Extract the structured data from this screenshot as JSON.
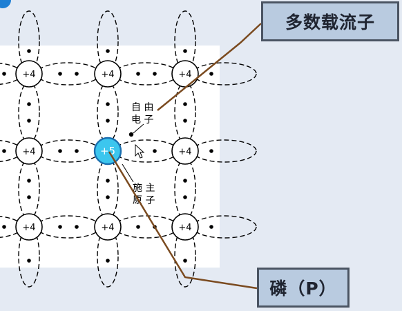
{
  "atoms": {
    "host_label": "+4",
    "donor_label": "+5"
  },
  "labels": {
    "free_electron_line1": "自 由",
    "free_electron_line2": "电 子",
    "donor_atom_line1": "施 主",
    "donor_atom_line2": "原 子"
  },
  "callouts": {
    "majority_carrier": "多数载流子",
    "phosphorus": "磷（P）"
  },
  "colors": {
    "donor_fill": "#3cc6ee",
    "callout_fill": "#b9cbe0",
    "leader_line": "#7a4a1f"
  }
}
